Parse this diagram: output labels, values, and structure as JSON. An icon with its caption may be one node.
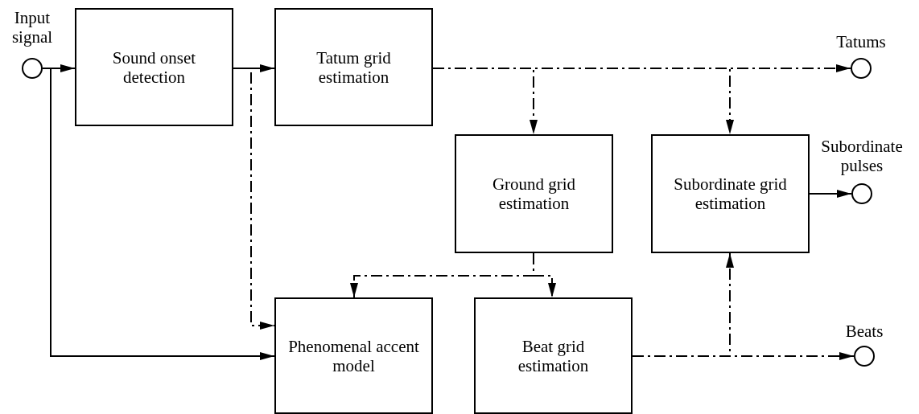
{
  "diagram": {
    "nodes": [
      {
        "text": [
          "Input signal"
        ]
      },
      {
        "text": [
          "Sound onset detection"
        ]
      },
      {
        "text": [
          "Tatum grid estimation"
        ]
      },
      {
        "text": [
          "Tatums"
        ]
      },
      {
        "text": [
          "Ground grid estimation"
        ]
      },
      {
        "text": [
          "Subordinate grid estimation"
        ]
      },
      {
        "text": [
          "Subordinate pulses"
        ]
      },
      {
        "text": [
          "Phenomenal accent model"
        ]
      },
      {
        "text": [
          "Beat grid estimation"
        ]
      },
      {
        "text": [
          "Beats"
        ]
      }
    ],
    "edges": [
      {
        "from": 0,
        "to": 1,
        "arrow": "to"
      },
      {
        "from": 0,
        "to": 7,
        "arrow": "to"
      },
      {
        "from": 1,
        "to": 2,
        "arrow": "to"
      },
      {
        "from": 1,
        "to": 7,
        "arrow": "to",
        "style": "dashed"
      },
      {
        "from": 2,
        "to": 3,
        "arrow": "to",
        "style": "dashed"
      },
      {
        "from": 2,
        "to": 4,
        "arrow": "to",
        "style": "dashed"
      },
      {
        "from": 2,
        "to": 5,
        "arrow": "to",
        "style": "dashed"
      },
      {
        "from": 4,
        "to": 7,
        "arrow": "to",
        "style": "dashed"
      },
      {
        "from": 4,
        "to": 8,
        "arrow": "to",
        "style": "dashed"
      },
      {
        "from": 5,
        "to": 6,
        "arrow": "to"
      },
      {
        "from": 8,
        "to": 9,
        "arrow": "to",
        "style": "dashed"
      },
      {
        "from": 8,
        "to": 5,
        "arrow": "to",
        "style": "dashed"
      }
    ]
  }
}
